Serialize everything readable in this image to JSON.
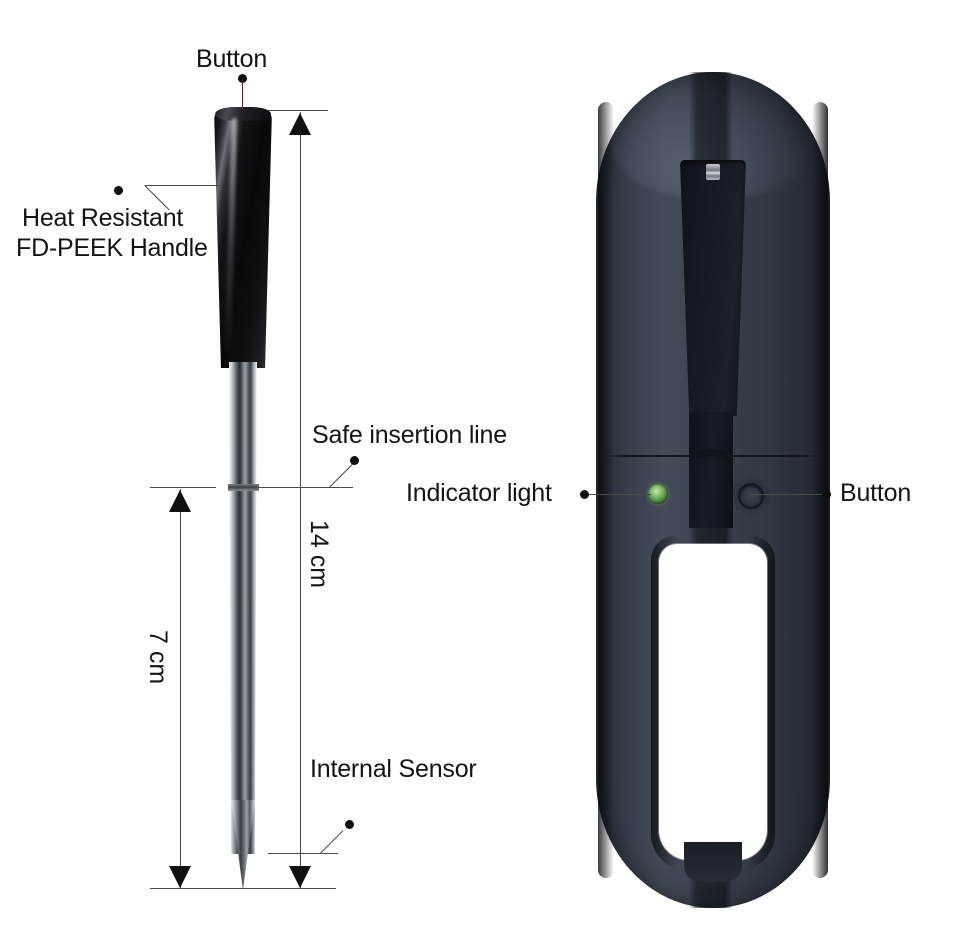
{
  "diagram": {
    "title": "Wireless meat thermometer probe and charging case annotated diagram",
    "background_color": "#ffffff",
    "line_color": "#4a4a4a",
    "text_color": "#141414"
  },
  "probe": {
    "labels": {
      "button": "Button",
      "handle_line1": "Heat Resistant",
      "handle_line2": "FD-PEEK Handle",
      "safe_insertion_line": "Safe insertion line",
      "internal_sensor": "Internal Sensor"
    },
    "dimensions": {
      "total_length": "14 cm",
      "insertion_length": "7 cm"
    },
    "colors": {
      "handle": "#0d0d11",
      "shaft": "#9ba0a8",
      "button_leader": "#6b2430"
    }
  },
  "charging_case": {
    "labels": {
      "indicator_light": "Indicator light",
      "button": "Button"
    },
    "colors": {
      "body": "#343a47",
      "slot": "#141820",
      "indicator_light": "#7ea86a",
      "window": "#ffffff"
    }
  }
}
